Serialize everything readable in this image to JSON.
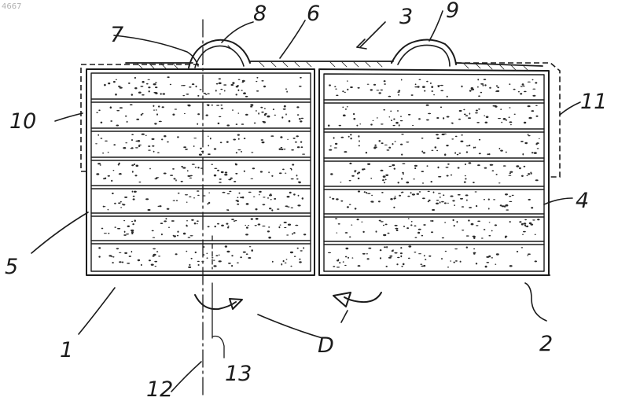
{
  "sheet_id": "4667",
  "labels": {
    "l1": "1",
    "l2": "2",
    "l3": "3",
    "l4": "4",
    "l5": "5",
    "l6": "6",
    "l7": "7",
    "l8": "8",
    "l9": "9",
    "l10": "10",
    "l11": "11",
    "l12": "12",
    "l13": "13",
    "lD": "D"
  }
}
